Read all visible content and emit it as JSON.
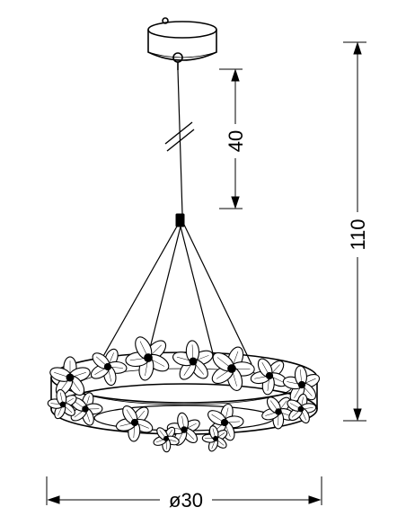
{
  "dimensions": {
    "cable_length": "40",
    "total_height": "110",
    "diameter": "ø30"
  },
  "colors": {
    "line": "#000000",
    "background": "#ffffff"
  }
}
